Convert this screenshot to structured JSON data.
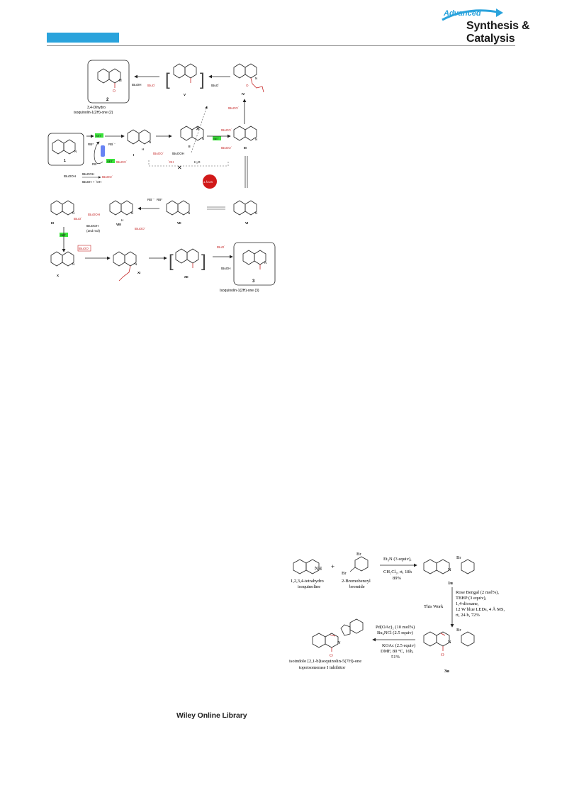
{
  "header": {
    "journal_top": "Advanced",
    "journal_line1": "Synthesis &",
    "journal_line2": "Catalysis",
    "accent_color": "#2aa3dc"
  },
  "mechanism": {
    "compounds": {
      "c1": "1",
      "c2": "2",
      "c2_name_l1": "3,4-Dihydro",
      "c2_name_l2": "isoquinolin-1(2H)-one (2)",
      "c3": "3",
      "c3_name": "Isoquinolin-1(2H)-one (3)"
    },
    "intermediates": {
      "I": "I",
      "II": "II",
      "III": "III",
      "IV": "IV",
      "V": "V",
      "VI": "VI",
      "VII": "VII",
      "VIII": "VIII",
      "IX": "IX",
      "X": "X",
      "XI": "XI",
      "XII": "XII"
    },
    "labels": {
      "set": "SET",
      "rb_star": "RB*",
      "rb_rad": "RB˙⁻",
      "rb": "RB",
      "tbuooh": "tBuOOH",
      "tbuoo_rad": "tBuOO˙",
      "tbuo_rad": "tBuO˙",
      "tbuoh": "tBuOH",
      "tbuoh_oh": "tBuOH + ˙OH",
      "oh_rad": "˙OH",
      "h2o": "H₂O",
      "ms": "4 Å MS",
      "tbuooh_2nd": "(2nd mol)",
      "cross": "✕",
      "n_r": "N",
      "r": "R",
      "h": "H",
      "o": "O"
    }
  },
  "synthesis": {
    "reactant1_name_l1": "1,2,3,4-tetrahydro",
    "reactant1_name_l2": "isoquinoline",
    "plus": "+",
    "reactant2_name_l1": "2-Bromobenzyl",
    "reactant2_name_l2": "bromide",
    "step1_cond_l1": "Et₃N (3 equiv),",
    "step1_cond_l2": "CH₂Cl₂, rt, 18h",
    "step1_cond_l3": "89%",
    "product1_label": "1u",
    "step2_cond": [
      "Rose Bengal (2 mol%),",
      "TBHP (3 equiv),",
      "1,4-dioxane,",
      "12 W blue LEDs, 4 Å MS,",
      "rt, 24 h, 72%"
    ],
    "this_work": "This Work",
    "product2_label": "3u",
    "step3_cond_above": [
      "Pd(OAc)₂ (10 mol%)",
      "Bu₄NCl (2.5 equiv)"
    ],
    "step3_cond_below": [
      "KOAc (2.5 equiv)",
      "DMF, 80 °C, 16h,",
      "51%"
    ],
    "final_name_l1": "isoindolo [2,1-b]isoquinolin-5(7H)-one",
    "final_name_l2": "topoisomerase I inhibitor",
    "atoms": {
      "br": "Br",
      "n": "N",
      "nh": "NH",
      "o": "O"
    }
  },
  "footer": {
    "library": "Wiley Online Library"
  }
}
